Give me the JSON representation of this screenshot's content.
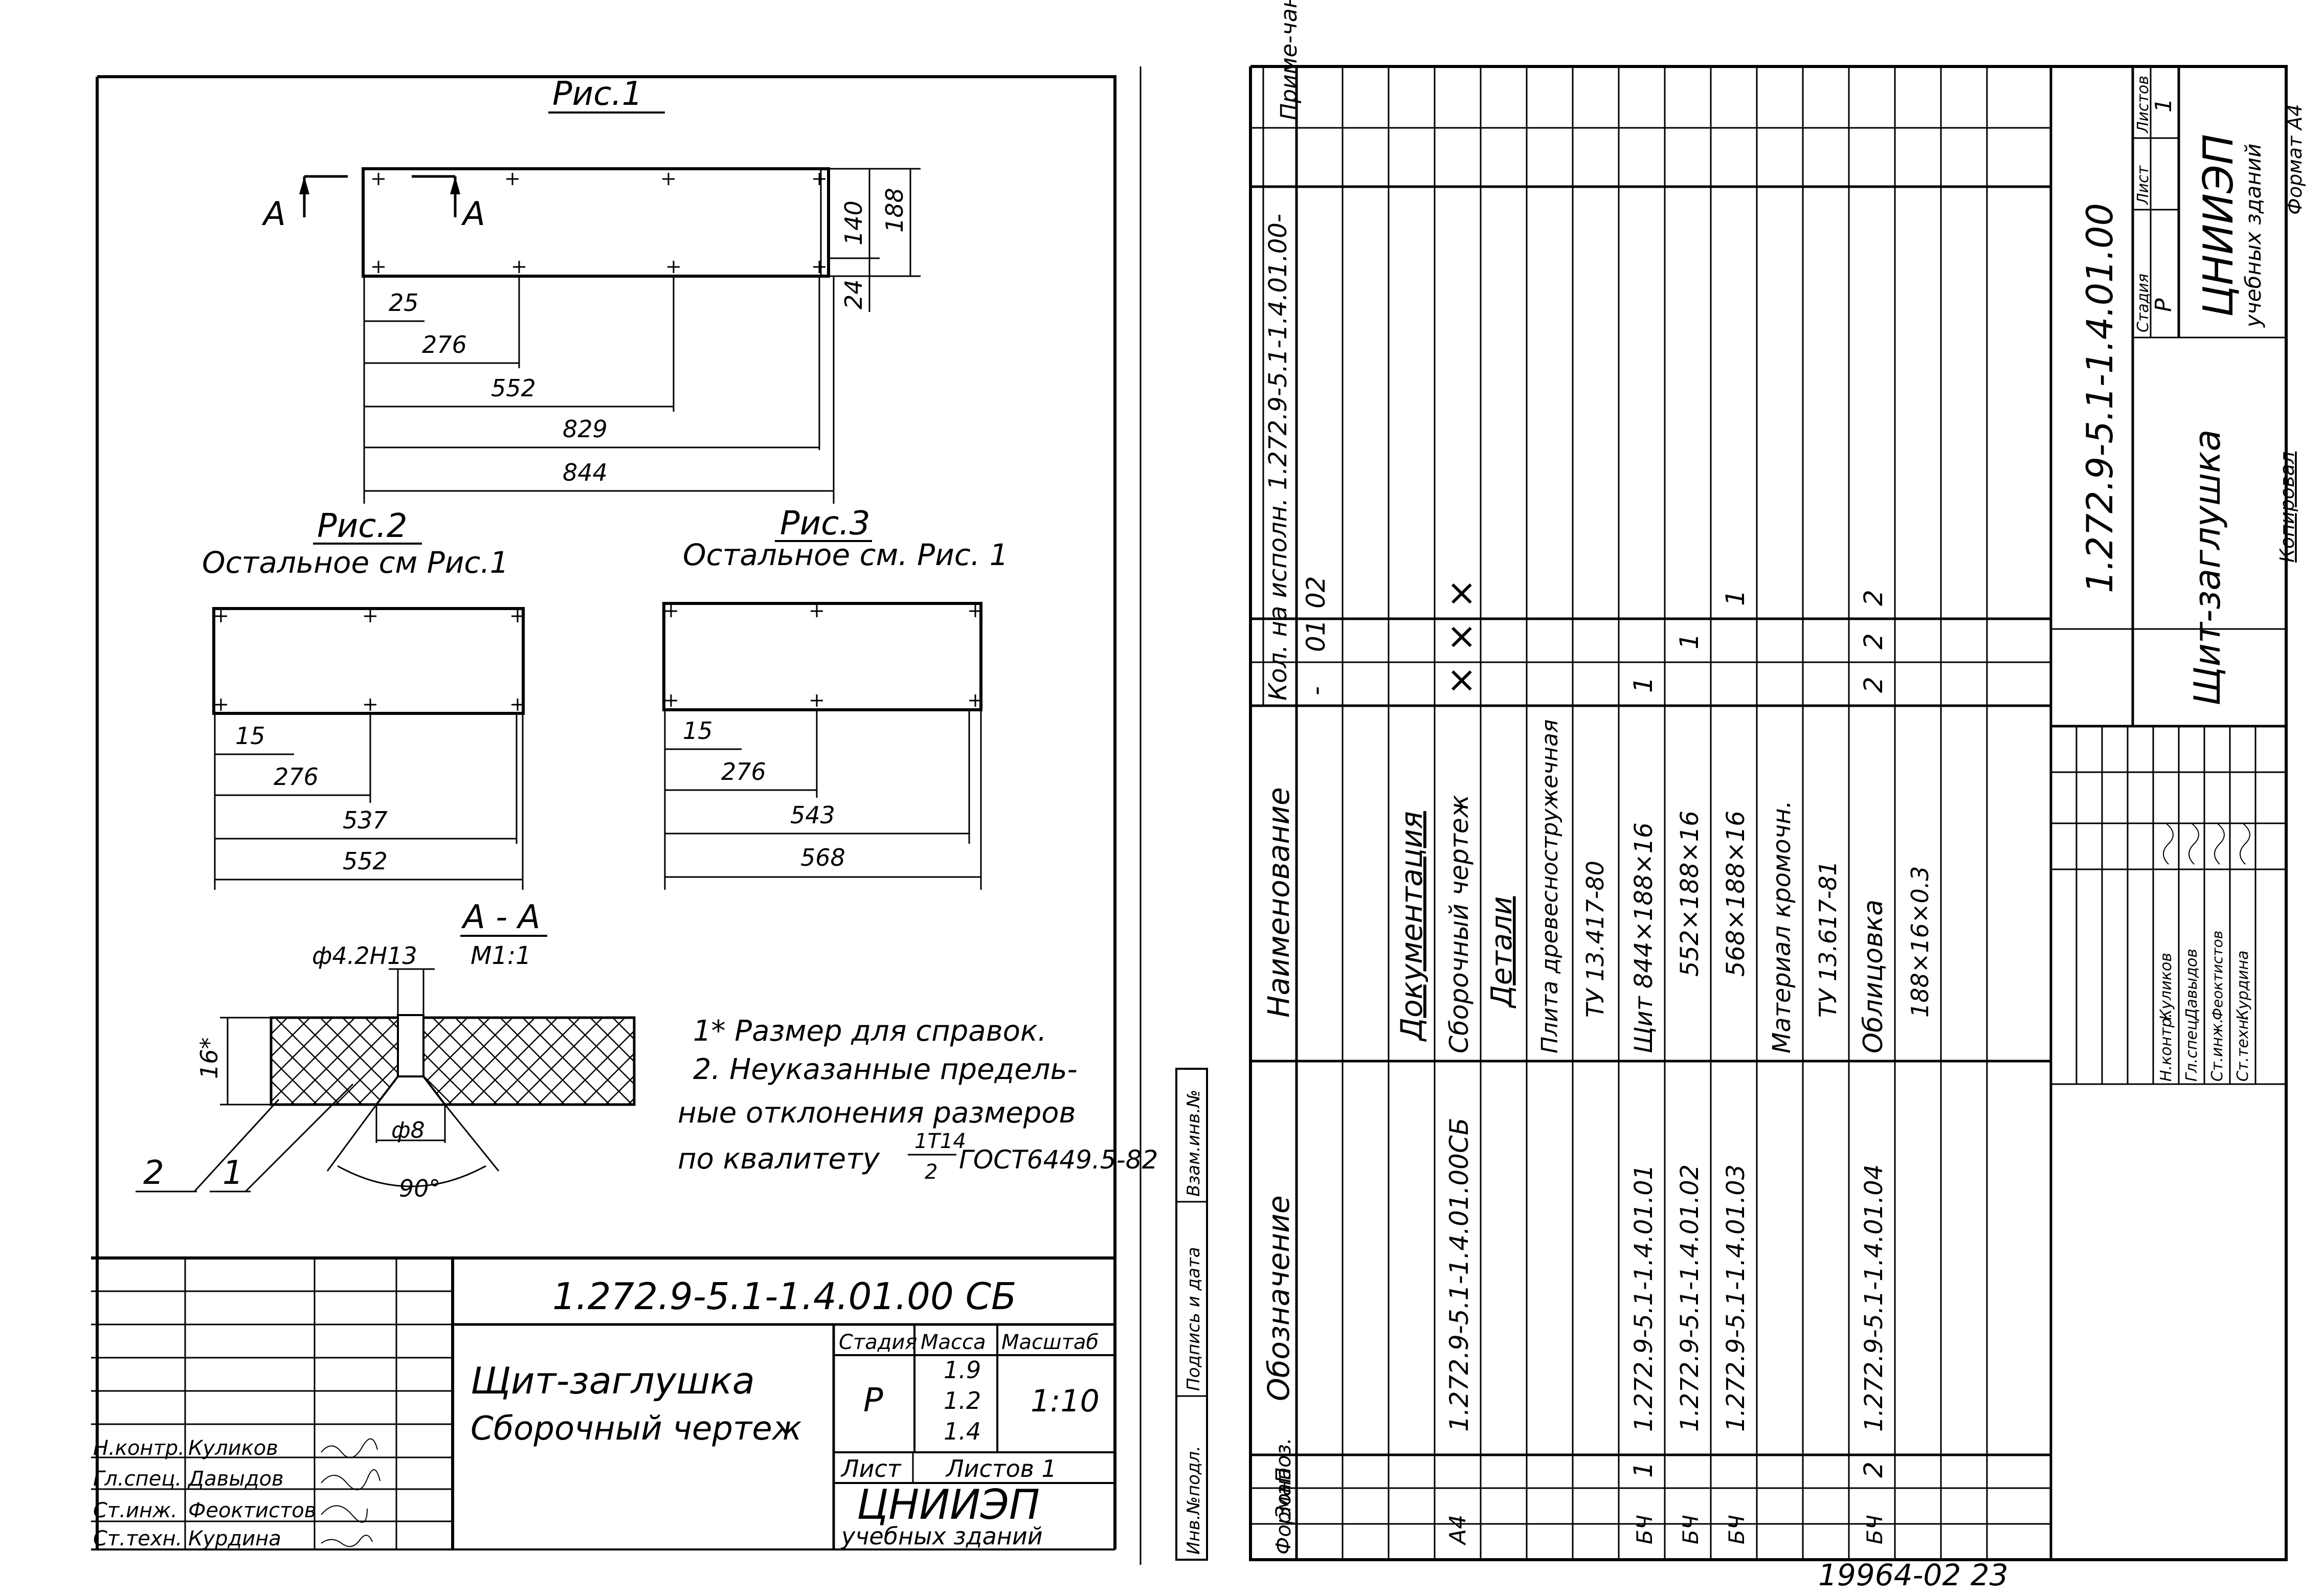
{
  "left_sheet": {
    "fig1": {
      "title": "Рис.1",
      "section_mark": "А",
      "dims": {
        "d25": "25",
        "d276": "276",
        "d552": "552",
        "d829": "829",
        "d844": "844",
        "d140": "140",
        "d188": "188",
        "d24": "24"
      }
    },
    "fig2": {
      "title": "Рис.2",
      "subtitle": "Остальное см Рис.1",
      "dims": {
        "d15": "15",
        "d276": "276",
        "d537": "537",
        "d552": "552"
      }
    },
    "fig3": {
      "title": "Рис.3",
      "subtitle": "Остальное см. Рис. 1",
      "dims": {
        "d15": "15",
        "d276": "276",
        "d543": "543",
        "d568": "568"
      }
    },
    "section": {
      "title": "А - А",
      "scale": "М1:1",
      "hole_dia": "ф4.2Н13",
      "dia8": "ф8",
      "angle": "90°",
      "thickness": "16*",
      "leader1": "1",
      "leader2": "2"
    },
    "notes": {
      "line1": "1* Размер для справок.",
      "line2": "2. Неуказанные предель-",
      "line3": "ные отклонения размеров",
      "line4_prefix": "по квалитету",
      "frac_top": "1Т14",
      "frac_bottom": "2",
      "line4_suffix": "ГОСТ6449.5-82"
    },
    "title_block": {
      "code": "1.272.9-5.1-1.4.01.00 СБ",
      "name_line1": "Щит-заглушка",
      "name_line2": "Сборочный чертеж",
      "stage_header": "Стадия",
      "mass_header": "Масса",
      "scale_header": "Масштаб",
      "stage": "Р",
      "mass": [
        "1.9",
        "1.2",
        "1.4"
      ],
      "scale": "1:10",
      "sheet_label": "Лист",
      "sheets_label": "Листов 1",
      "org": "ЦНИИЭП",
      "org_sub": "учебных зданий",
      "signers": [
        {
          "role": "Н.контр.",
          "name": "Куликов"
        },
        {
          "role": "Гл.спец.",
          "name": "Давыдов"
        },
        {
          "role": "Ст.инж.",
          "name": "Феоктистов"
        },
        {
          "role": "Ст.техн.",
          "name": "Курдина"
        }
      ]
    }
  },
  "right_sheet": {
    "headers": {
      "format": "Формат",
      "zone": "Зона",
      "pos": "Поз.",
      "designation": "Обозначение",
      "name": "Наименование",
      "qty": "Кол. на исполн. 1.272.9-5.1-1.4.01.00-",
      "variants": [
        "-",
        "01",
        "02"
      ],
      "note": "Приме-чание"
    },
    "rows": [
      {
        "format": "",
        "pos": "",
        "designation": "",
        "name": "Документация",
        "q": [
          "",
          "",
          ""
        ]
      },
      {
        "format": "А4",
        "pos": "",
        "designation": "1.272.9-5.1-1.4.01.00СБ",
        "name": "Сборочный чертеж",
        "q": [
          "×",
          "×",
          "×"
        ]
      },
      {
        "format": "",
        "pos": "",
        "designation": "",
        "name": "Детали",
        "q": [
          "",
          "",
          ""
        ]
      },
      {
        "format": "",
        "pos": "",
        "designation": "",
        "name": "Плита древесностружечная",
        "q": [
          "",
          "",
          ""
        ]
      },
      {
        "format": "",
        "pos": "",
        "designation": "",
        "name": "ТУ 13.417-80",
        "q": [
          "",
          "",
          ""
        ]
      },
      {
        "format": "БЧ",
        "pos": "1",
        "designation": "1.272.9-5.1-1.4.01.01",
        "name": "Щит 844×188×16",
        "q": [
          "1",
          "",
          ""
        ]
      },
      {
        "format": "БЧ",
        "pos": "",
        "designation": "1.272.9-5.1-1.4.01.02",
        "name": "552×188×16",
        "q": [
          "",
          "1",
          ""
        ]
      },
      {
        "format": "БЧ",
        "pos": "",
        "designation": "1.272.9-5.1-1.4.01.03",
        "name": "568×188×16",
        "q": [
          "",
          "",
          "1"
        ]
      },
      {
        "format": "",
        "pos": "",
        "designation": "",
        "name": "Материал кромочн.",
        "q": [
          "",
          "",
          ""
        ]
      },
      {
        "format": "",
        "pos": "",
        "designation": "",
        "name": "ТУ 13.617-81",
        "q": [
          "",
          "",
          ""
        ]
      },
      {
        "format": "БЧ",
        "pos": "2",
        "designation": "1.272.9-5.1-1.4.01.04",
        "name": "Облицовка",
        "q": [
          "2",
          "2",
          "2"
        ]
      },
      {
        "format": "",
        "pos": "",
        "designation": "",
        "name": "188×16×0.3",
        "q": [
          "",
          "",
          ""
        ]
      }
    ],
    "title_block": {
      "code": "1.272.9-5.1-1.4.01.00",
      "name": "Щит-заглушка",
      "stage_header": "Стадия",
      "sheet_header": "Лист",
      "sheets_header": "Листов",
      "stage": "Р",
      "sheets": "1",
      "org": "ЦНИИЭП",
      "org_sub": "учебных зданий",
      "signers": [
        {
          "role": "Н.контр.",
          "name": "Куликов"
        },
        {
          "role": "Гл.спец.",
          "name": "Давыдов"
        },
        {
          "role": "Ст.инж.",
          "name": "Феоктистов"
        },
        {
          "role": "Ст.техн.",
          "name": "Курдина"
        }
      ]
    },
    "side_labels": [
      "Инв.№подл.",
      "Подпись и дата",
      "Взам.инв.№"
    ],
    "copied": "Копировал",
    "format": "Формат А4"
  },
  "footer": "19964-02   23"
}
